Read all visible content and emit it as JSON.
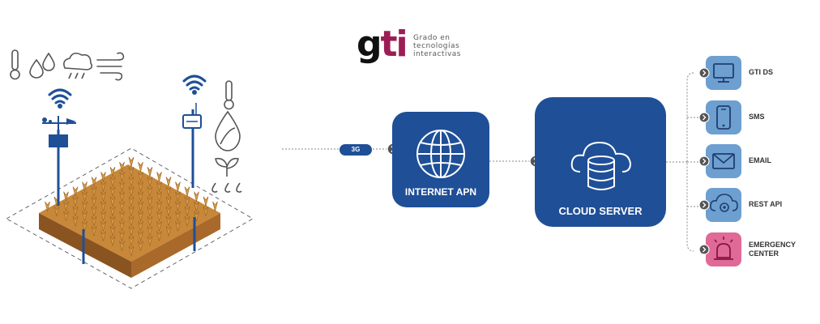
{
  "logo": {
    "mark_g": "g",
    "mark_ti": "ti",
    "line1": "Grado en",
    "line2": "tecnologías",
    "line3": "interactivas",
    "colors": {
      "g": "#111111",
      "ti": "#9c1d55"
    }
  },
  "link_badge": "3G",
  "nodes": {
    "internet_apn": "INTERNET APN",
    "cloud_server": "CLOUD SERVER"
  },
  "outputs": [
    {
      "label": "GTI DS",
      "icon": "monitor-icon",
      "color": "#6d9fd0"
    },
    {
      "label": "SMS",
      "icon": "phone-icon",
      "color": "#6d9fd0"
    },
    {
      "label": "EMAIL",
      "icon": "mail-icon",
      "color": "#6d9fd0"
    },
    {
      "label": "REST API",
      "icon": "cloud-gear-icon",
      "color": "#6d9fd0"
    },
    {
      "label": "EMERGENCY\nCENTER",
      "label_line1": "EMERGENCY",
      "label_line2": "CENTER",
      "icon": "alarm-siren-icon",
      "color": "#e06a97"
    }
  ],
  "field_sensor_icons": [
    "thermometer-icon",
    "drops-icon",
    "rain-cloud-icon",
    "wind-icon",
    "wifi-icon",
    "weather-station-icon",
    "leaf-drop-icon",
    "sprout-icon"
  ],
  "colors": {
    "primary": "#1f4f97",
    "tile": "#6d9fd0",
    "alert": "#e06a97",
    "soil": "#b8792d",
    "soil_dark": "#8a5420"
  }
}
